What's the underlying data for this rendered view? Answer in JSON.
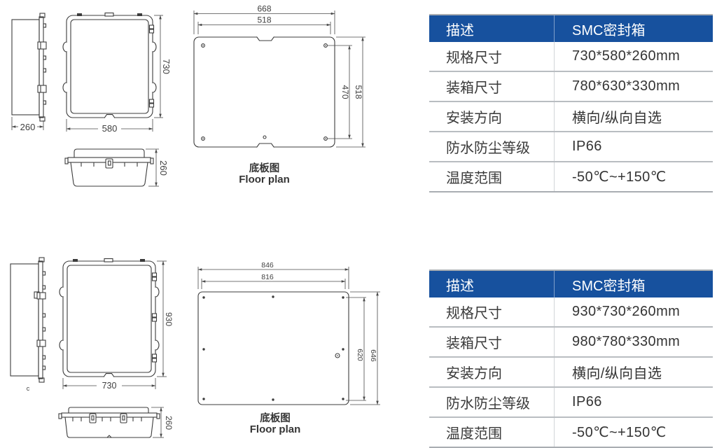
{
  "colors": {
    "header_bg": "#17519E",
    "header_text": "#FFFFFF",
    "drawing_line": "#3C3C3C",
    "table_text": "#3A3A3A",
    "row_divider": "#B9BDC1"
  },
  "tables": [
    {
      "header": {
        "desc": "描述",
        "product": "SMC密封箱"
      },
      "rows": [
        {
          "label": "规格尺寸",
          "value": "730*580*260mm"
        },
        {
          "label": "装箱尺寸",
          "value": "780*630*330mm"
        },
        {
          "label": "安装方向",
          "value": "横向/纵向自选"
        },
        {
          "label": "防水防尘等级",
          "value": "IP66"
        },
        {
          "label": "温度范围",
          "value": "-50℃~+150℃"
        }
      ]
    },
    {
      "header": {
        "desc": "描述",
        "product": "SMC密封箱"
      },
      "rows": [
        {
          "label": "规格尺寸",
          "value": "930*730*260mm"
        },
        {
          "label": "装箱尺寸",
          "value": "980*780*330mm"
        },
        {
          "label": "安装方向",
          "value": "横向/纵向自选"
        },
        {
          "label": "防水防尘等级",
          "value": "IP66"
        },
        {
          "label": "温度范围",
          "value": "-50℃~+150℃"
        }
      ]
    }
  ],
  "drawings": {
    "top": {
      "side_view": {
        "depth_dim": "260"
      },
      "front_view": {
        "height_dim": "730",
        "width_dim": "580"
      },
      "lid_view": {
        "height_dim": "260"
      },
      "floor_plan": {
        "outer_width_dim": "668",
        "inner_width_dim": "518",
        "inner_height_dim": "470",
        "outer_height_dim": "518",
        "label_zh": "底板图",
        "label_en": "Floor plan"
      }
    },
    "bottom": {
      "side_view": {
        "note": "c"
      },
      "front_view": {
        "height_dim": "930",
        "width_dim": "730"
      },
      "lid_view": {
        "height_dim": "260"
      },
      "floor_plan": {
        "outer_width_dim": "846",
        "inner_width_dim": "816",
        "inner_height_dim": "620",
        "outer_height_dim": "646",
        "label_zh": "底板图",
        "label_en": "Floor plan"
      }
    }
  }
}
